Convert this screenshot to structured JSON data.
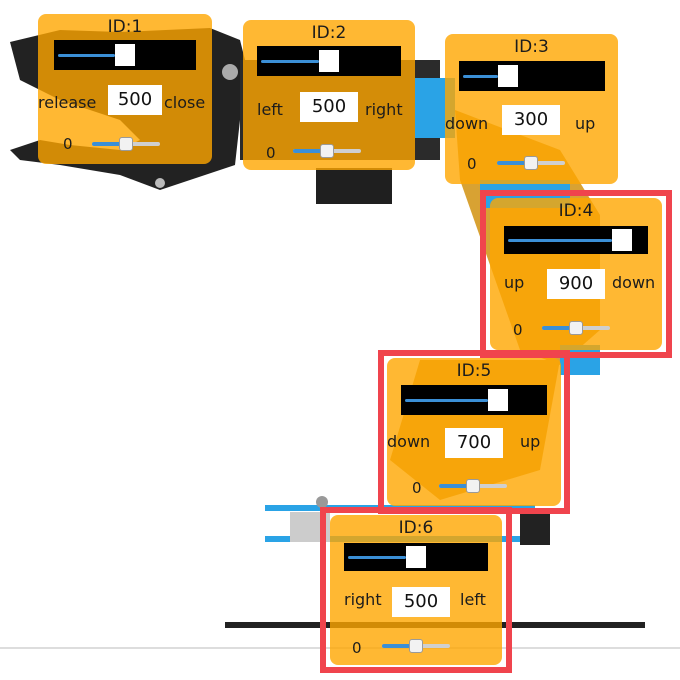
{
  "colors": {
    "panel": "#ffa600",
    "highlight": "#f0444d",
    "slider_blue": "#3b8fd6",
    "arm_dark": "#1f1f1f",
    "arm_blue": "#2aa3e6"
  },
  "servos": [
    {
      "title": "ID:1",
      "min_label": "release",
      "value": "500",
      "max_label": "close",
      "zero_label": "0",
      "level": 0.5
    },
    {
      "title": "ID:2",
      "min_label": "left",
      "value": "500",
      "max_label": "right",
      "zero_label": "0",
      "level": 0.5
    },
    {
      "title": "ID:3",
      "min_label": "down",
      "value": "300",
      "max_label": "up",
      "zero_label": "0",
      "level": 0.3
    },
    {
      "title": "ID:4",
      "min_label": "up",
      "value": "900",
      "max_label": "down",
      "zero_label": "0",
      "level": 0.9,
      "highlighted": true
    },
    {
      "title": "ID:5",
      "min_label": "down",
      "value": "700",
      "max_label": "up",
      "zero_label": "0",
      "level": 0.7,
      "highlighted": true
    },
    {
      "title": "ID:6",
      "min_label": "right",
      "value": "500",
      "max_label": "left",
      "zero_label": "0",
      "level": 0.5,
      "highlighted": true
    }
  ]
}
